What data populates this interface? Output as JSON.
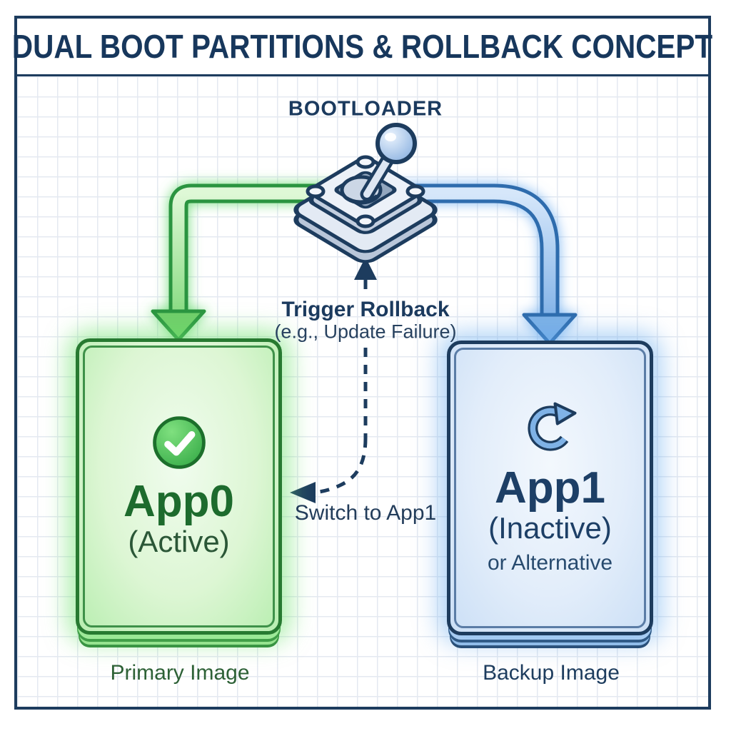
{
  "title": "DUAL BOOT PARTITIONS & ROLLBACK CONCEPT",
  "bootloader": {
    "label": "BOOTLOADER",
    "icon": "toggle-switch-icon"
  },
  "rollback": {
    "title": "Trigger Rollback",
    "subtitle": "(e.g., Update Failure)",
    "switch_label": "Switch to App1"
  },
  "partitions": {
    "app0": {
      "name": "App0",
      "status": "(Active)",
      "caption": "Primary Image",
      "icon": "check-circle-icon",
      "accent_color": "#2b8a3a",
      "glow_color": "#6ee16e"
    },
    "app1": {
      "name": "App1",
      "status": "(Inactive)",
      "extra": "or Alternative",
      "caption": "Backup Image",
      "icon": "refresh-icon",
      "accent_color": "#2f6fb3",
      "glow_color": "#64aaf0"
    }
  },
  "colors": {
    "frame_border": "#1d3c5e",
    "title_text": "#17375c",
    "grid_line": "#e4e9f1",
    "green_arrow_stroke": "#2b9440",
    "green_arrow_fill": "#c9f3c2",
    "blue_arrow_stroke": "#2f6cad",
    "blue_arrow_fill": "#b3d4f2",
    "dashed_line": "#1d3c5e"
  }
}
